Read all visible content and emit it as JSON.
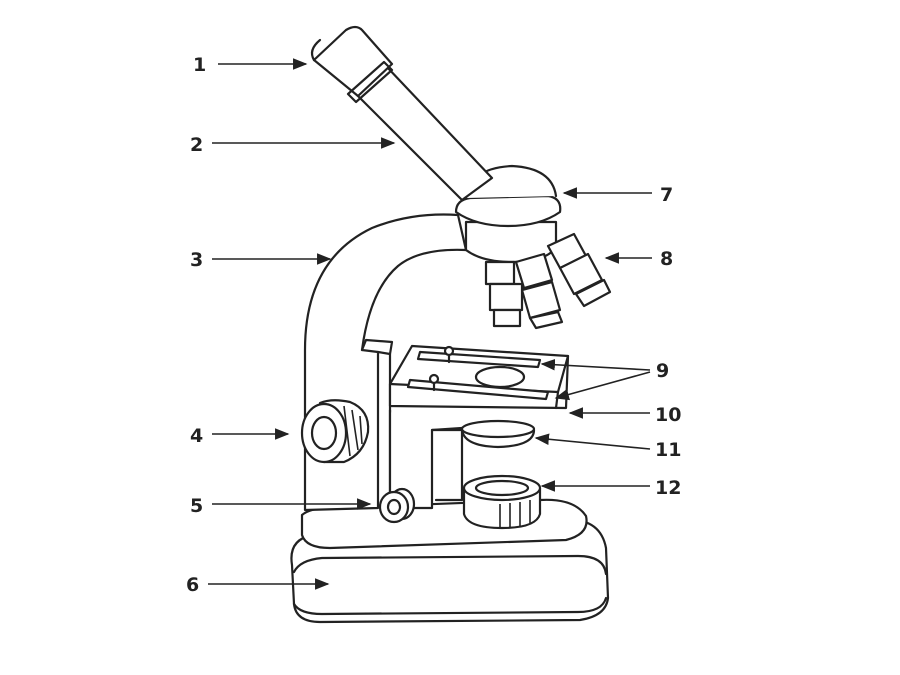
{
  "diagram": {
    "colors": {
      "ink": "#222222",
      "paper": "#ffffff"
    },
    "labels": [
      {
        "id": "1",
        "text": "1"
      },
      {
        "id": "2",
        "text": "2"
      },
      {
        "id": "3",
        "text": "3"
      },
      {
        "id": "4",
        "text": "4"
      },
      {
        "id": "5",
        "text": "5"
      },
      {
        "id": "6",
        "text": "6"
      },
      {
        "id": "7",
        "text": "7"
      },
      {
        "id": "8",
        "text": "8"
      },
      {
        "id": "9",
        "text": "9"
      },
      {
        "id": "10",
        "text": "10"
      },
      {
        "id": "11",
        "text": "11"
      },
      {
        "id": "12",
        "text": "12"
      }
    ]
  }
}
